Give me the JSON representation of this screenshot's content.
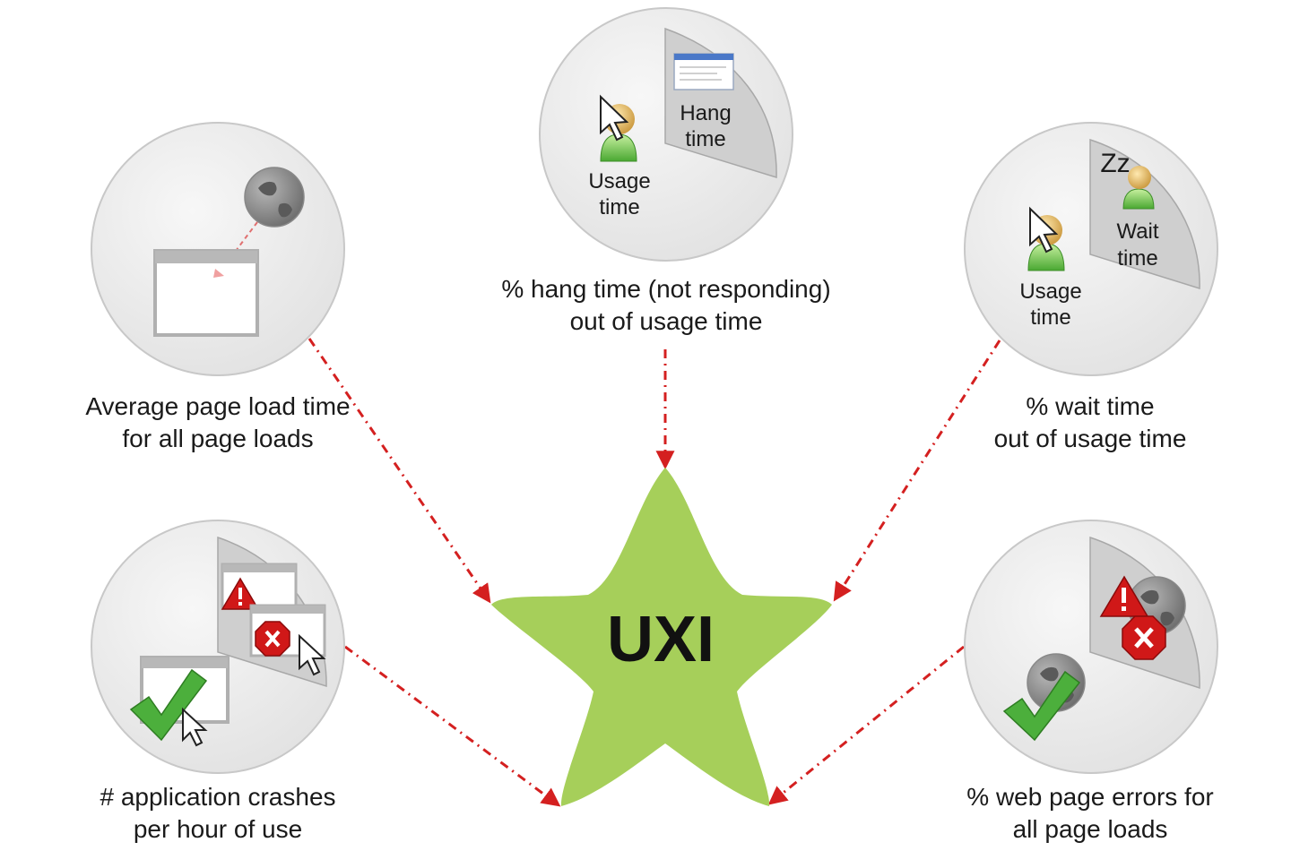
{
  "center": {
    "label": "UXI"
  },
  "metrics": [
    {
      "id": "page-load",
      "lines": [
        "Average page load time",
        "for all page loads"
      ]
    },
    {
      "id": "hang-time",
      "lines": [
        "% hang time (not responding)",
        "out of usage time"
      ],
      "icon_labels": {
        "usage": [
          "Usage",
          "time"
        ],
        "hang": [
          "Hang",
          "time"
        ]
      }
    },
    {
      "id": "wait-time",
      "lines": [
        "% wait time",
        "out of usage time"
      ],
      "icon_labels": {
        "usage": [
          "Usage",
          "time"
        ],
        "wait": [
          "Wait",
          "time"
        ],
        "sleep": "Zz"
      }
    },
    {
      "id": "crashes",
      "lines": [
        "# application crashes",
        "per hour of use"
      ]
    },
    {
      "id": "web-errors",
      "lines": [
        "% web page errors for",
        "all page loads"
      ]
    }
  ],
  "colors": {
    "star": "#a6cf5a",
    "arrow": "#d42020",
    "circle": "#ececec",
    "check": "#4caf3c",
    "error": "#d01818"
  }
}
